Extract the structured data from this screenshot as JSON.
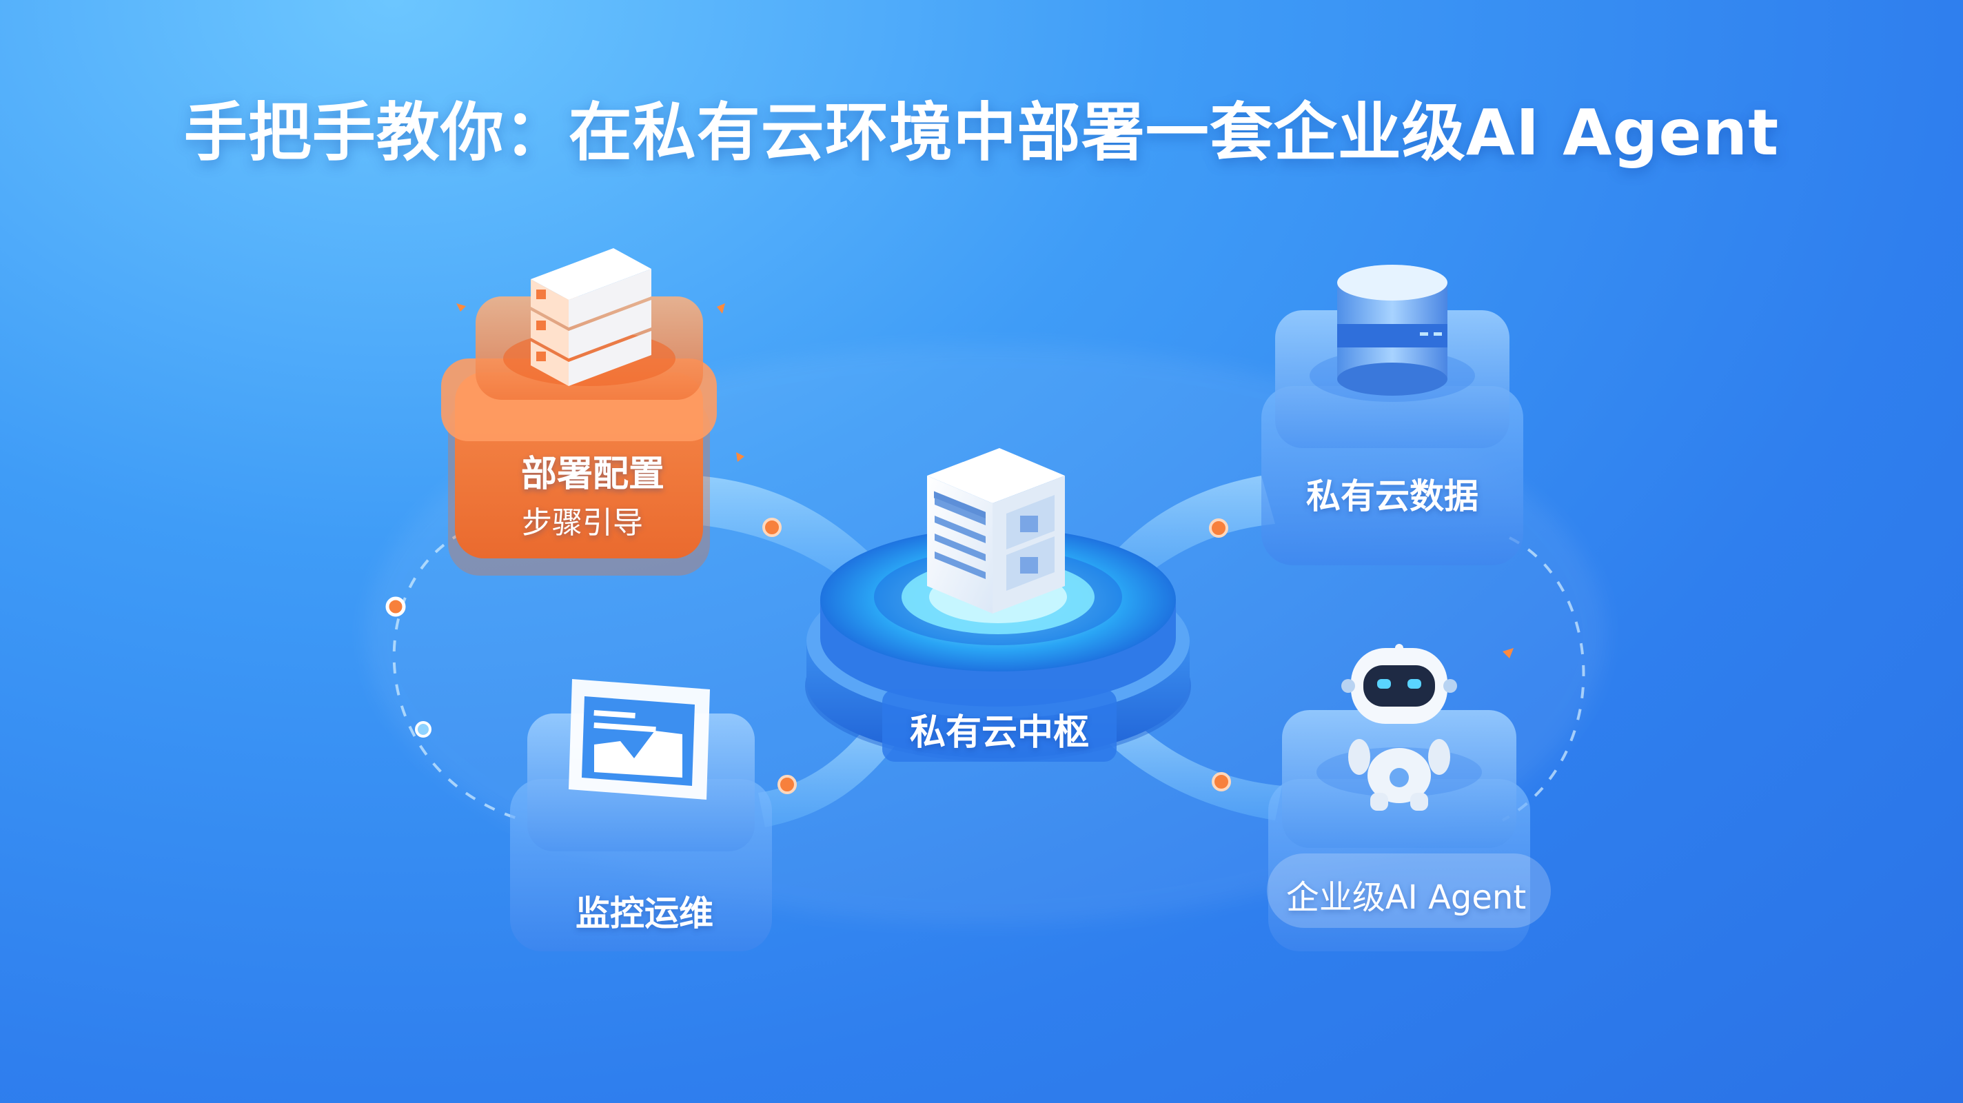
{
  "title": "手把手教你：在私有云环境中部署一套企业级AI Agent",
  "nodes": {
    "deploy": {
      "label": "部署配置",
      "sublabel": "步骤引导",
      "icon": "server-rack-icon",
      "color": "#f47a3e"
    },
    "data": {
      "label": "私有云数据",
      "icon": "database-icon",
      "color": "#5a9ff5"
    },
    "hub": {
      "label": "私有云中枢",
      "icon": "server-tower-icon",
      "color": "#2f86f0"
    },
    "monitor": {
      "label": "监控运维",
      "icon": "chart-panel-icon",
      "color": "#5a9ff5"
    },
    "agent": {
      "label": "企业级AI Agent",
      "icon": "robot-icon",
      "color": "#5a9ff5"
    }
  },
  "colors": {
    "background": "#3f9cf7",
    "accent": "#f47a3e",
    "connector_dot": "#f7803c"
  }
}
